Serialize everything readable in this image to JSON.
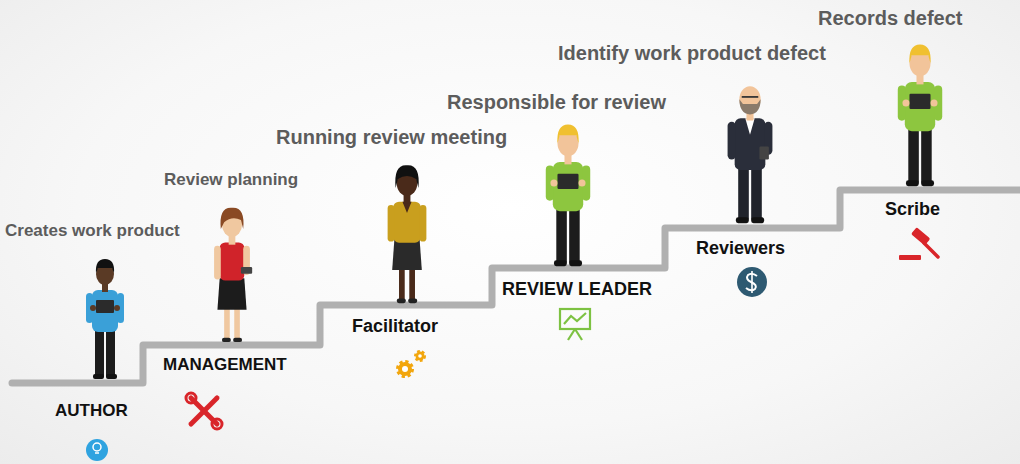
{
  "diagram": {
    "labels": [
      "Creates work product",
      "AUTHOR",
      "Review planning",
      "MANAGEMENT",
      "Running review meeting",
      "Facilitator",
      "Responsible for review",
      "REVIEW LEADER",
      "Identify work product defect",
      "Reviewers",
      "Records defect",
      "Scribe"
    ]
  }
}
